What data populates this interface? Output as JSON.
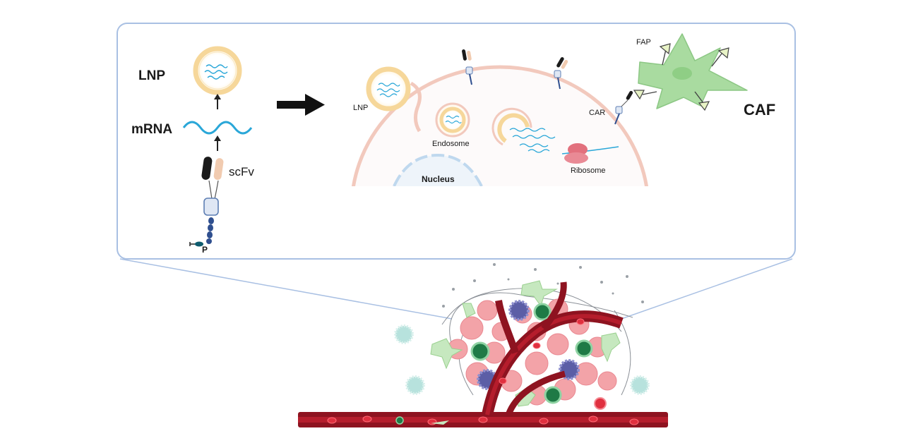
{
  "labels": {
    "lnp_left": "LNP",
    "mrna": "mRNA",
    "scfv": "scFv",
    "phospho": "P",
    "lnp_cell": "LNP",
    "endosome": "Endosome",
    "nucleus": "Nucleus",
    "ribosome": "Ribosome",
    "car": "CAR",
    "fap": "FAP",
    "caf": "CAF"
  },
  "colors": {
    "panel_border": "#a9c0e3",
    "membrane": "#f2c9bd",
    "lnp_ring": "#f6d79a",
    "mrna": "#2aa7d8",
    "caf_cell": "#a9dba0",
    "vessel": "#8e1320",
    "vessel_light": "#b51d2c",
    "tumor_cell": "#f3a3a8",
    "tcell_green": "#1f7a46",
    "macrophage": "#5b5ea6",
    "free_cell": "#b7e2dd"
  },
  "icons": [
    "arrow-right-icon",
    "arrow-up-icon"
  ]
}
